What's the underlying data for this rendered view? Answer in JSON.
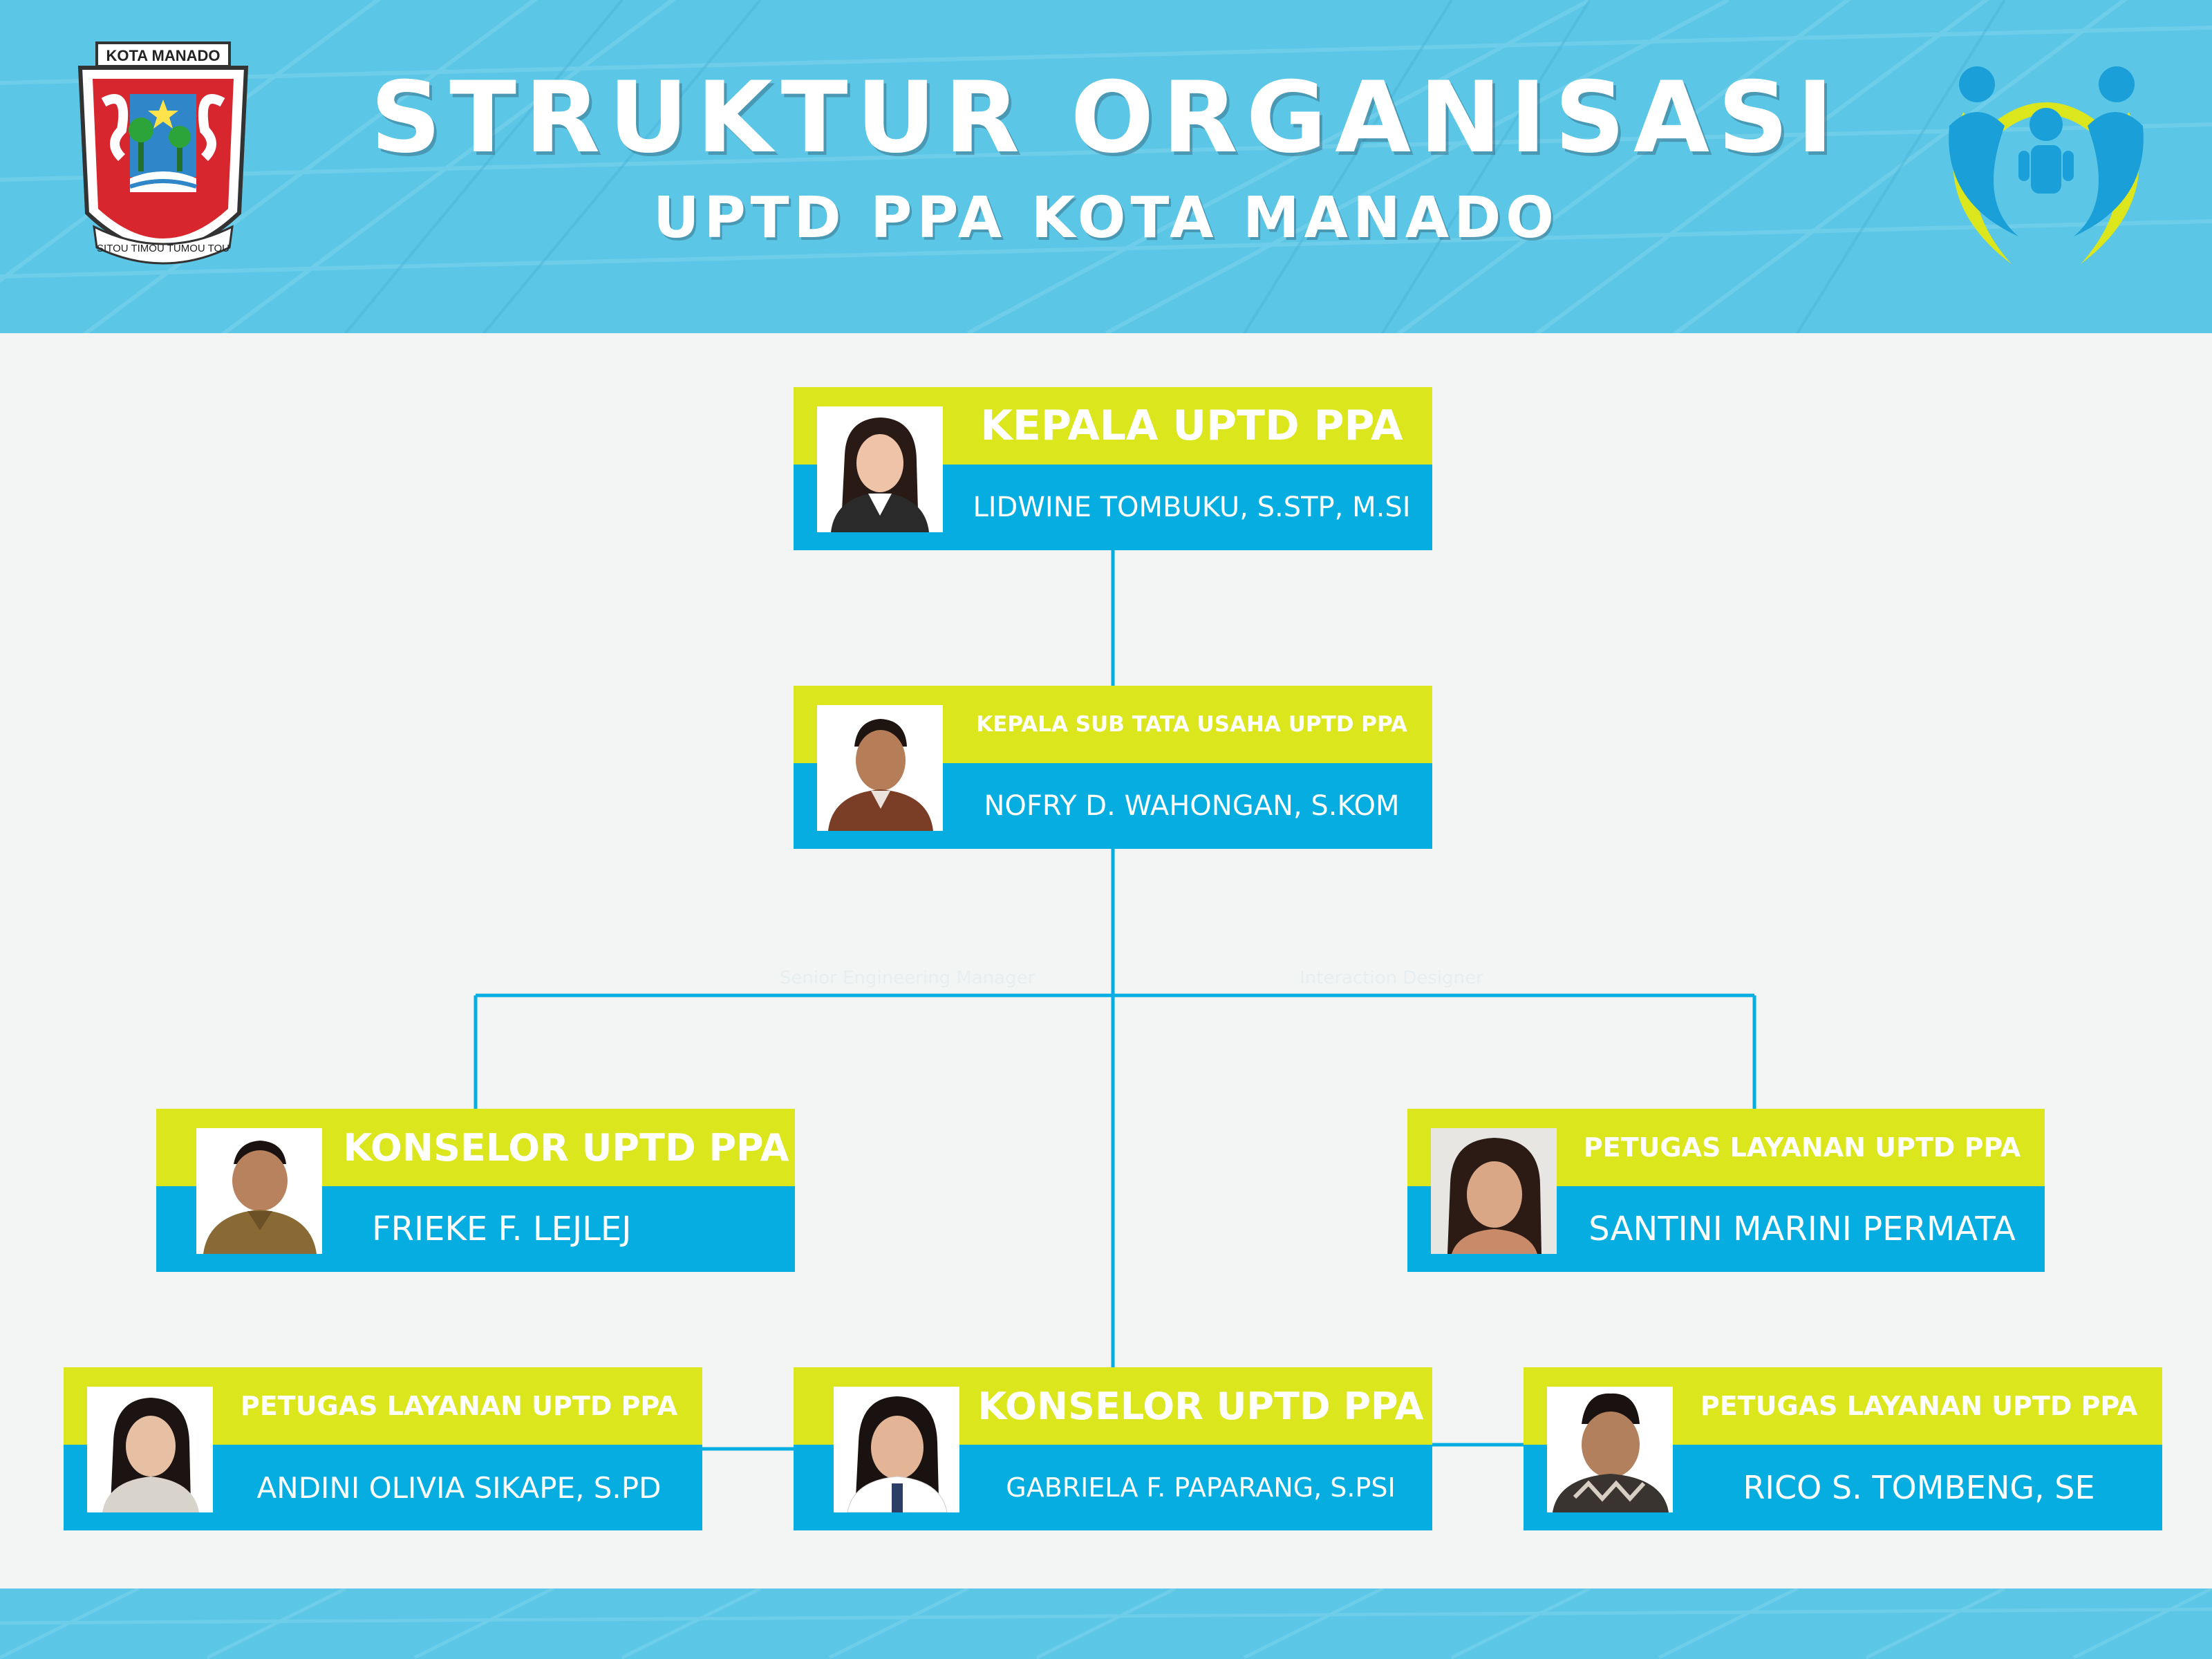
{
  "header": {
    "title": "STRUKTUR ORGANISASI",
    "subtitle": "UPTD PPA KOTA MANADO",
    "left_logo": {
      "banner_text": "KOTA MANADO",
      "motto": "SITOU TIMOU TUMOU TOU"
    },
    "right_logo": {
      "icon": "family-protection-logo"
    }
  },
  "connector_labels": [
    "Senior Engineering Manager",
    "Interaction Designer"
  ],
  "colors": {
    "header": "#5bc6e6",
    "accent_yellow": "#dbe61c",
    "accent_blue": "#05ade0",
    "line": "#05ade0",
    "background": "#f3f5f4"
  },
  "org": {
    "head": {
      "role": "KEPALA UPTD PPA",
      "name": "LIDWINE TOMBUKU, S.STP,  M.SI"
    },
    "admin": {
      "role": "KEPALA SUB TATA USAHA UPTD PPA",
      "name": "NOFRY D. WAHONGAN, S.KOM"
    },
    "counselor_left": {
      "role": "KONSELOR UPTD PPA",
      "name": "FRIEKE F. LEJLEJ"
    },
    "service_right": {
      "role": "PETUGAS LAYANAN UPTD PPA",
      "name": "SANTINI MARINI PERMATA"
    },
    "service_bottom_left": {
      "role": "PETUGAS LAYANAN UPTD PPA",
      "name": "ANDINI OLIVIA SIKAPE, S.PD"
    },
    "counselor_center": {
      "role": "KONSELOR UPTD PPA",
      "name": "GABRIELA F. PAPARANG, S.PSI"
    },
    "service_bottom_right": {
      "role": "PETUGAS LAYANAN UPTD PPA",
      "name": "RICO S. TOMBENG, SE"
    }
  }
}
